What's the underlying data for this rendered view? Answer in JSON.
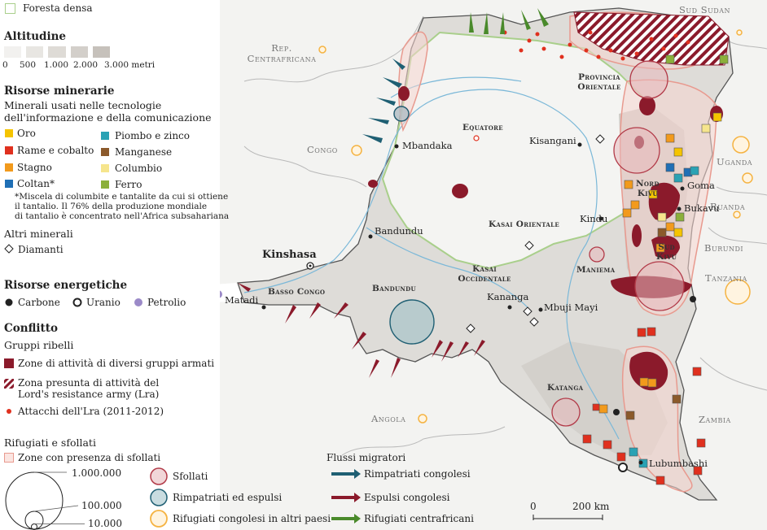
{
  "legend": {
    "forest": "Foresta densa",
    "altitude": {
      "title": "Altitudine",
      "ticks": [
        "0",
        "500",
        "1.000",
        "2.000",
        "3.000 metri"
      ]
    },
    "minerals": {
      "title": "Risorse minerarie",
      "subtitle_line1": "Minerali usati nelle tecnologie",
      "subtitle_line2": "dell'informazione e della comunicazione",
      "items": [
        {
          "label": "Oro",
          "color": "#f5c400"
        },
        {
          "label": "Rame e cobalto",
          "color": "#e0301e"
        },
        {
          "label": "Stagno",
          "color": "#f29a1c"
        },
        {
          "label": "Coltan*",
          "color": "#1f6fb5"
        },
        {
          "label": "Piombo e zinco",
          "color": "#2aa2b4"
        },
        {
          "label": "Manganese",
          "color": "#8b5a2b"
        },
        {
          "label": "Columbio",
          "color": "#f6e58d"
        },
        {
          "label": "Ferro",
          "color": "#8bb03a"
        }
      ],
      "note_line1": "*Miscela di columbite e tantalite da cui si ottiene",
      "note_line2": "il tantalio. Il 76% della produzione mondiale",
      "note_line3": "di tantalio è concentrato nell'Africa subsahariana"
    },
    "other_minerals": {
      "title": "Altri minerali",
      "diamonds": "Diamanti"
    },
    "energy": {
      "title": "Risorse energetiche",
      "coal": "Carbone",
      "uranium": "Uranio",
      "oil": "Petrolio"
    },
    "conflict": {
      "title": "Conflitto",
      "rebels": "Gruppi ribelli",
      "armed_zone": "Zone di attività di diversi gruppi armati",
      "lra_zone_line1": "Zona presunta di attività del",
      "lra_zone_line2": "Lord's resistance army (Lra)",
      "lra_attacks": "Attacchi dell'Lra (2011-2012)"
    },
    "refugees": {
      "title": "Rifugiati e sfollati",
      "displaced_zones": "Zone con presenza di sfollati",
      "scale": [
        "1.000.000",
        "100.000",
        "10.000"
      ],
      "displaced": "Sfollati",
      "returnees": "Rimpatriati ed espulsi",
      "abroad": "Rifugiati congolesi in altri paesi"
    },
    "flows": {
      "title": "Flussi migratori",
      "returned": "Rimpatriati congolesi",
      "expelled": "Espulsi congolesi",
      "car_refugees": "Rifugiati centrafricani"
    },
    "scalebar": {
      "zero": "0",
      "km": "200 km"
    }
  },
  "countries": {
    "car_line1": "Rep.",
    "car_line2": "Centrafricana",
    "congo": "Congo",
    "south_sudan": "Sud Sudan",
    "uganda": "Uganda",
    "rwanda": "Ruanda",
    "burundi": "Burundi",
    "tanzania": "Tanzania",
    "zambia": "Zambia",
    "angola": "Angola"
  },
  "regions": {
    "orientale_line1": "Provincia",
    "orientale_line2": "Orientale",
    "equatore": "Equatore",
    "nord_kivu_line1": "Nord",
    "nord_kivu_line2": "Kivu",
    "sud_kivu_line1": "Sud",
    "sud_kivu_line2": "Kivu",
    "kasai_or": "Kasai Orientale",
    "kasai_occ_line1": "Kasai",
    "kasai_occ_line2": "Occidentale",
    "maniema": "Maniema",
    "bandundu": "Bandundu",
    "basso_congo": "Basso Congo",
    "katanga": "Katanga"
  },
  "cities": {
    "kinshasa": "Kinshasa",
    "mbandaka": "Mbandaka",
    "kisangani": "Kisangani",
    "bandundu": "Bandundu",
    "kindu": "Kindu",
    "goma": "Goma",
    "bukavu": "Bukavu",
    "kananga": "Kananga",
    "mbuji_mayi": "Mbuji Mayi",
    "matadi": "Matadi",
    "lubumbashi": "Lubumbashi"
  }
}
